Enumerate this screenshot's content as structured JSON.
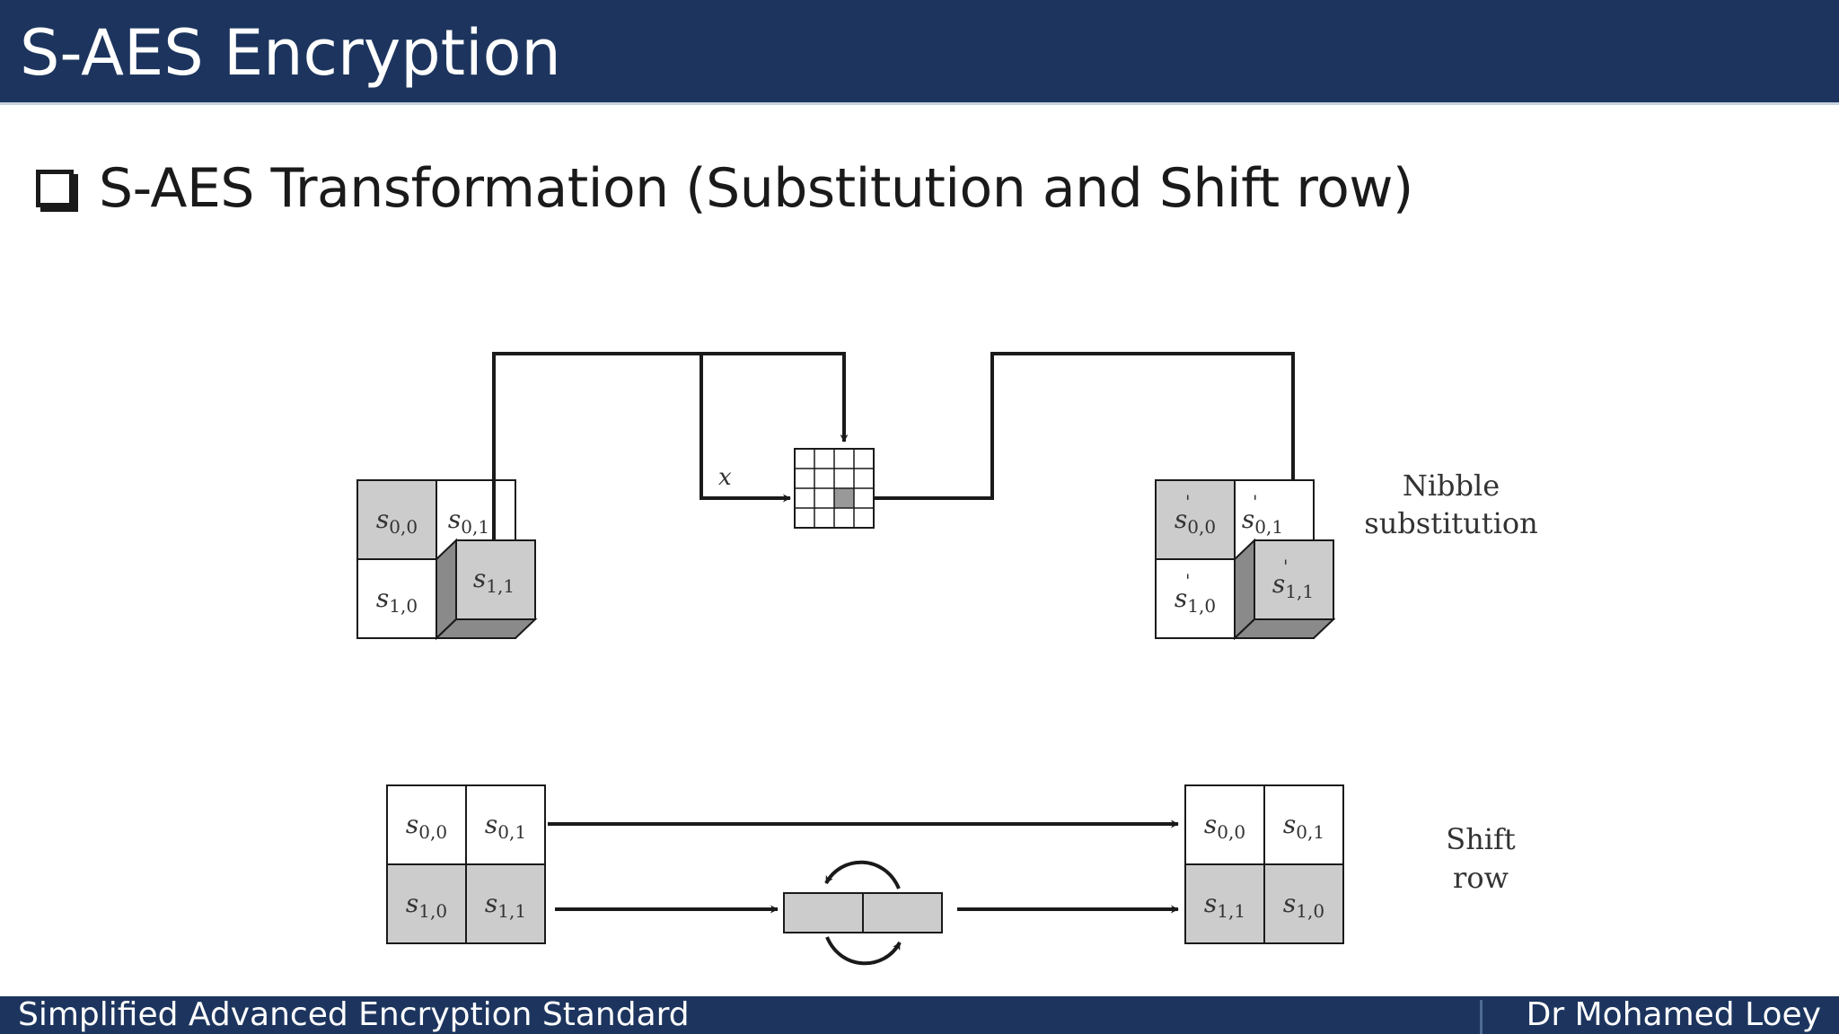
{
  "slide": {
    "title": "S-AES Encryption",
    "heading": "S-AES Transformation (Substitution and Shift row)"
  },
  "footer": {
    "left": "Simplified Advanced Encryption Standard",
    "right": "Dr Mohamed Loey"
  },
  "nibble": {
    "input_cells": [
      {
        "base": "s",
        "sub": "0,0",
        "prime": false
      },
      {
        "base": "s",
        "sub": "0,1",
        "prime": false
      },
      {
        "base": "s",
        "sub": "1,0",
        "prime": false
      },
      {
        "base": "s",
        "sub": "1,1",
        "prime": false
      }
    ],
    "output_cells": [
      {
        "base": "s",
        "sub": "0,0",
        "prime": true
      },
      {
        "base": "s",
        "sub": "0,1",
        "prime": true
      },
      {
        "base": "s",
        "sub": "1,0",
        "prime": true
      },
      {
        "base": "s",
        "sub": "1,1",
        "prime": true
      }
    ],
    "x_label": "x",
    "label_line1": "Nibble",
    "label_line2": "substitution"
  },
  "shift": {
    "input_cells": [
      {
        "base": "s",
        "sub": "0,0"
      },
      {
        "base": "s",
        "sub": "0,1"
      },
      {
        "base": "s",
        "sub": "1,0"
      },
      {
        "base": "s",
        "sub": "1,1"
      }
    ],
    "output_cells": [
      {
        "base": "s",
        "sub": "0,0"
      },
      {
        "base": "s",
        "sub": "0,1"
      },
      {
        "base": "s",
        "sub": "1,1"
      },
      {
        "base": "s",
        "sub": "1,0"
      }
    ],
    "label_line1": "Shift",
    "label_line2": "row"
  },
  "colors": {
    "title_bar": "#1d355e",
    "cell_gray": "#cccccc",
    "cell_dark": "#8a8a8a",
    "line": "#1a1a1a"
  }
}
